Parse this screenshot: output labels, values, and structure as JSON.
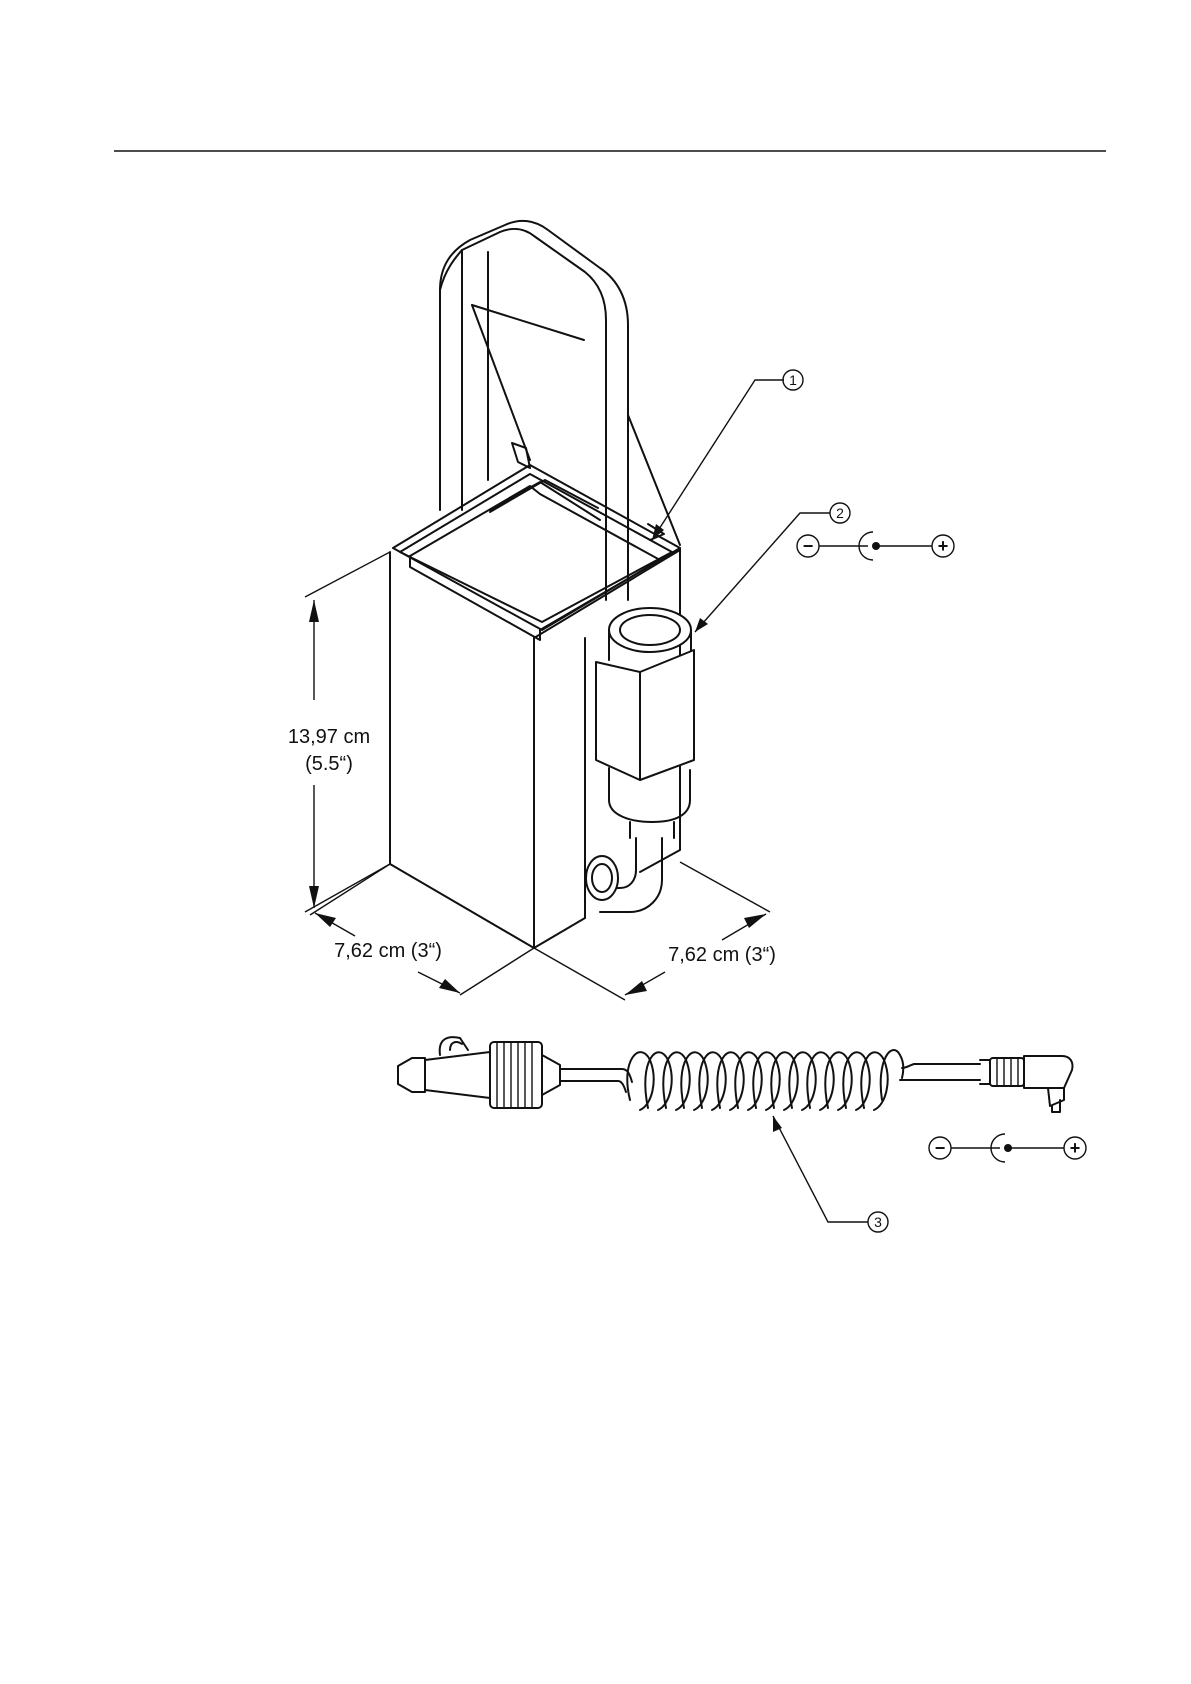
{
  "dimensions": {
    "height_line1": "13,97 cm",
    "height_line2": "(5.5“)",
    "width_left": "7,62 cm (3“)",
    "width_right": "7,62 cm (3“)"
  },
  "callouts": [
    "1",
    "2",
    "3"
  ],
  "polarity": {
    "minus": "−",
    "plus": "+"
  }
}
